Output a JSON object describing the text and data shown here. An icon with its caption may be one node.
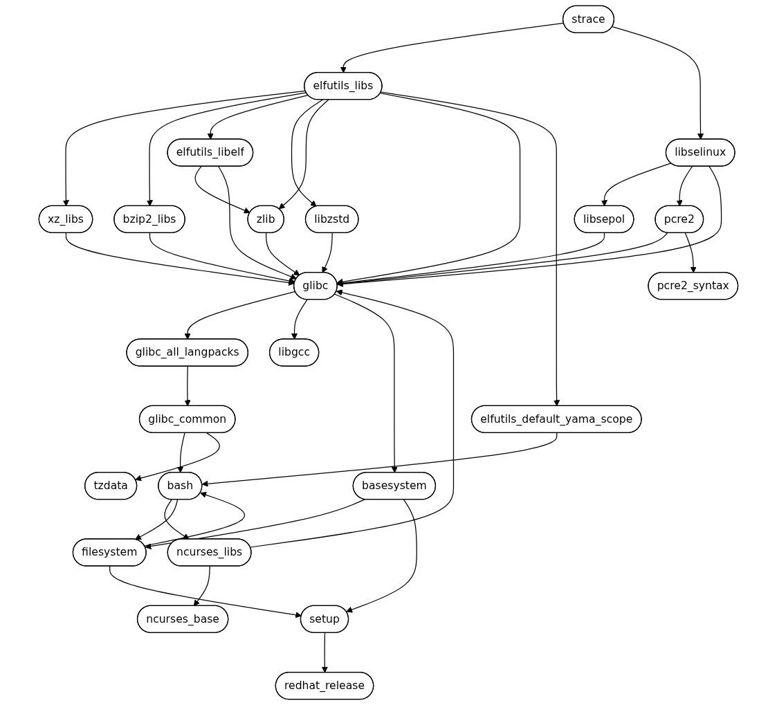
{
  "diagram": {
    "nodes": [
      {
        "text": [
          "strace"
        ]
      },
      {
        "text": [
          "elfutils_libs"
        ]
      },
      {
        "text": [
          "xz_libs"
        ]
      },
      {
        "text": [
          "bzip2_libs"
        ]
      },
      {
        "text": [
          "elfutils_libelf"
        ]
      },
      {
        "text": [
          "libselinux"
        ]
      },
      {
        "text": [
          "libzstd"
        ]
      },
      {
        "text": [
          "zlib"
        ]
      },
      {
        "text": [
          "libsepol"
        ]
      },
      {
        "text": [
          "pcre2"
        ]
      },
      {
        "text": [
          "glibc"
        ]
      },
      {
        "text": [
          "pcre2_syntax"
        ]
      },
      {
        "text": [
          "glibc_all_langpacks"
        ]
      },
      {
        "text": [
          "libgcc"
        ]
      },
      {
        "text": [
          "elfutils_default_yama_scope"
        ]
      },
      {
        "text": [
          "glibc_common"
        ]
      },
      {
        "text": [
          "bash"
        ]
      },
      {
        "text": [
          "tzdata"
        ]
      },
      {
        "text": [
          "basesystem"
        ]
      },
      {
        "text": [
          "ncurses_libs"
        ]
      },
      {
        "text": [
          "filesystem"
        ]
      },
      {
        "text": [
          "ncurses_base"
        ]
      },
      {
        "text": [
          "setup"
        ]
      },
      {
        "text": [
          "redhat_release"
        ]
      }
    ],
    "edges": [
      {
        "from": 0,
        "to": 1,
        "arrow": "to"
      },
      {
        "from": 0,
        "to": 5,
        "arrow": "to"
      },
      {
        "from": 1,
        "to": 2,
        "arrow": "to"
      },
      {
        "from": 1,
        "to": 3,
        "arrow": "to"
      },
      {
        "from": 1,
        "to": 4,
        "arrow": "to"
      },
      {
        "from": 1,
        "to": 6,
        "arrow": "to"
      },
      {
        "from": 1,
        "to": 7,
        "arrow": "to"
      },
      {
        "from": 1,
        "to": 10,
        "arrow": "to"
      },
      {
        "from": 1,
        "to": 14,
        "arrow": "to"
      },
      {
        "from": 5,
        "to": 8,
        "arrow": "to"
      },
      {
        "from": 5,
        "to": 9,
        "arrow": "to"
      },
      {
        "from": 5,
        "to": 10,
        "arrow": "to"
      },
      {
        "from": 2,
        "to": 10,
        "arrow": "to"
      },
      {
        "from": 3,
        "to": 10,
        "arrow": "to"
      },
      {
        "from": 4,
        "to": 7,
        "arrow": "to"
      },
      {
        "from": 4,
        "to": 10,
        "arrow": "to"
      },
      {
        "from": 6,
        "to": 10,
        "arrow": "to"
      },
      {
        "from": 7,
        "to": 10,
        "arrow": "to"
      },
      {
        "from": 8,
        "to": 10,
        "arrow": "to"
      },
      {
        "from": 9,
        "to": 10,
        "arrow": "to"
      },
      {
        "from": 9,
        "to": 11,
        "arrow": "to"
      },
      {
        "from": 10,
        "to": 12,
        "arrow": "to"
      },
      {
        "from": 10,
        "to": 13,
        "arrow": "to"
      },
      {
        "from": 10,
        "to": 18,
        "arrow": "to"
      },
      {
        "from": 12,
        "to": 15,
        "arrow": "to"
      },
      {
        "from": 15,
        "to": 16,
        "arrow": "to"
      },
      {
        "from": 15,
        "to": 17,
        "arrow": "to"
      },
      {
        "from": 14,
        "to": 16,
        "arrow": "to"
      },
      {
        "from": 16,
        "to": 19,
        "arrow": "to"
      },
      {
        "from": 16,
        "to": 20,
        "arrow": "to"
      },
      {
        "from": 20,
        "to": 16,
        "arrow": "to"
      },
      {
        "from": 19,
        "to": 10,
        "arrow": "to"
      },
      {
        "from": 19,
        "to": 21,
        "arrow": "to"
      },
      {
        "from": 18,
        "to": 20,
        "arrow": "to"
      },
      {
        "from": 18,
        "to": 22,
        "arrow": "to"
      },
      {
        "from": 20,
        "to": 22,
        "arrow": "to"
      },
      {
        "from": 22,
        "to": 23,
        "arrow": "to"
      }
    ]
  }
}
